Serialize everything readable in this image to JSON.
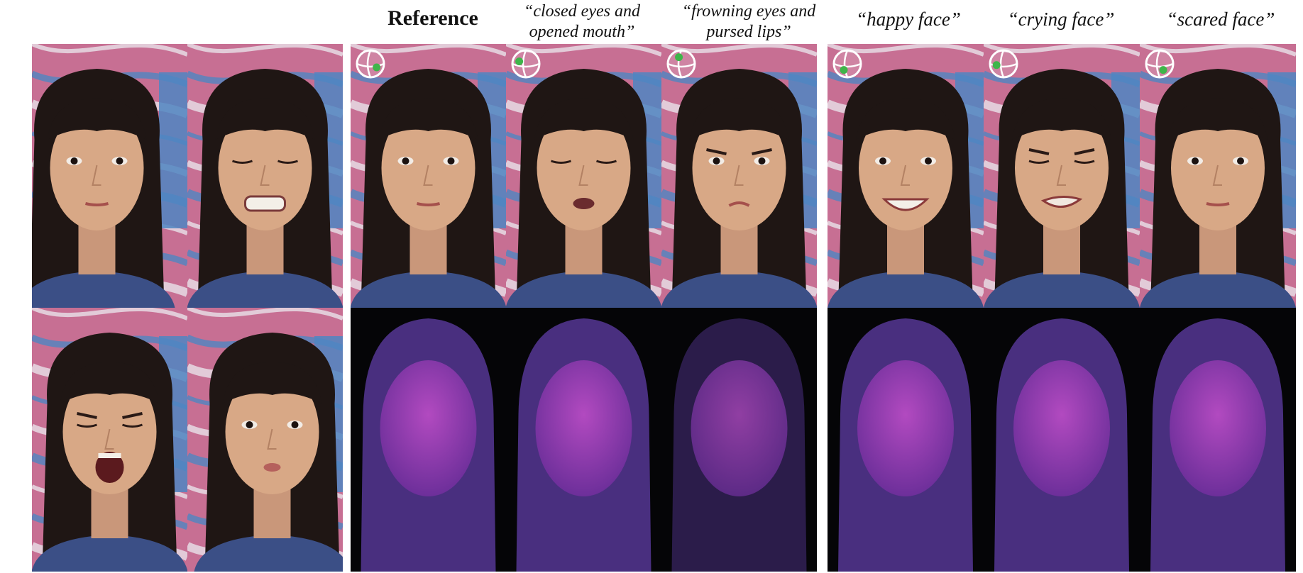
{
  "headers": {
    "reference": "Reference",
    "closed_eyes": [
      "“closed eyes and",
      "opened mouth”"
    ],
    "frowning": [
      "“frowning eyes and",
      "pursed lips”"
    ],
    "happy": "“happy face”",
    "crying": "“crying face”",
    "scared": "“scared face”"
  },
  "colors": {
    "wall_pink": "#c76f93",
    "wall_blue": "#4f86c2",
    "hair": "#1f1614",
    "skin": "#d8a886",
    "shirt": "#3b4f86",
    "depth_bg": "#050507",
    "depth_face": "#b24ac0",
    "depth_body": "#5a3a9e",
    "pose_dot": "#3fb54a"
  },
  "panels": {
    "input_frames": [
      {
        "name": "input-frame-neutral",
        "expression": "neutral"
      },
      {
        "name": "input-frame-grimace",
        "expression": "grimace"
      },
      {
        "name": "input-frame-shout",
        "expression": "shout"
      },
      {
        "name": "input-frame-pout",
        "expression": "pout"
      }
    ],
    "results": [
      {
        "key": "reference",
        "expression": "neutral",
        "pose_icon": "head-pose-icon"
      },
      {
        "key": "closed-eyes-opened-mouth",
        "expression": "open-mouth",
        "pose_icon": "head-pose-icon"
      },
      {
        "key": "frowning-eyes-pursed-lips",
        "expression": "frown",
        "pose_icon": "head-pose-icon"
      },
      {
        "key": "happy-face",
        "expression": "smile",
        "pose_icon": "head-pose-icon"
      },
      {
        "key": "crying-face",
        "expression": "cry",
        "pose_icon": "head-pose-icon"
      },
      {
        "key": "scared-face",
        "expression": "scared",
        "pose_icon": "head-pose-icon"
      }
    ]
  }
}
